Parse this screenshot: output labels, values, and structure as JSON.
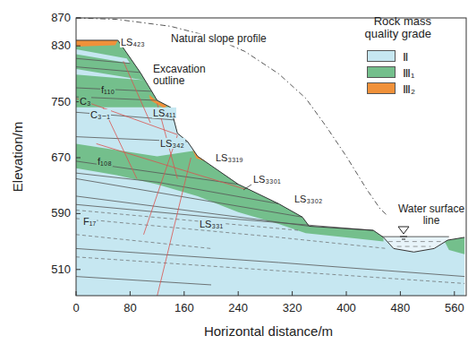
{
  "diagram": {
    "labels": [
      "870",
      "830",
      "750",
      "670",
      "590",
      "510",
      "0",
      "80",
      "160",
      "240",
      "320",
      "400",
      "480",
      "560",
      "Elevation/m",
      "Horizontal distance/m",
      "Natural slope profile",
      "Excavation outline",
      "Water surface line",
      "Rock mass quality grade",
      "LS₄₂₃",
      "f₁₁₀",
      "C₃",
      "C₃₋₁",
      "LS₄₁₁",
      "LS₃₄₂",
      "f₁₀₈",
      "LS₃₃₁₉",
      "LS₃₃₀₁",
      "LS₃₃₀₂",
      "F₁₇",
      "LS₃₃₁"
    ],
    "legend": [
      {
        "text": "Ⅱ",
        "color": "#c6e7f1"
      },
      {
        "text": "Ⅲ₁",
        "color": "#74bf8c"
      },
      {
        "text": "Ⅲ₂",
        "color": "#f0913a"
      }
    ]
  }
}
